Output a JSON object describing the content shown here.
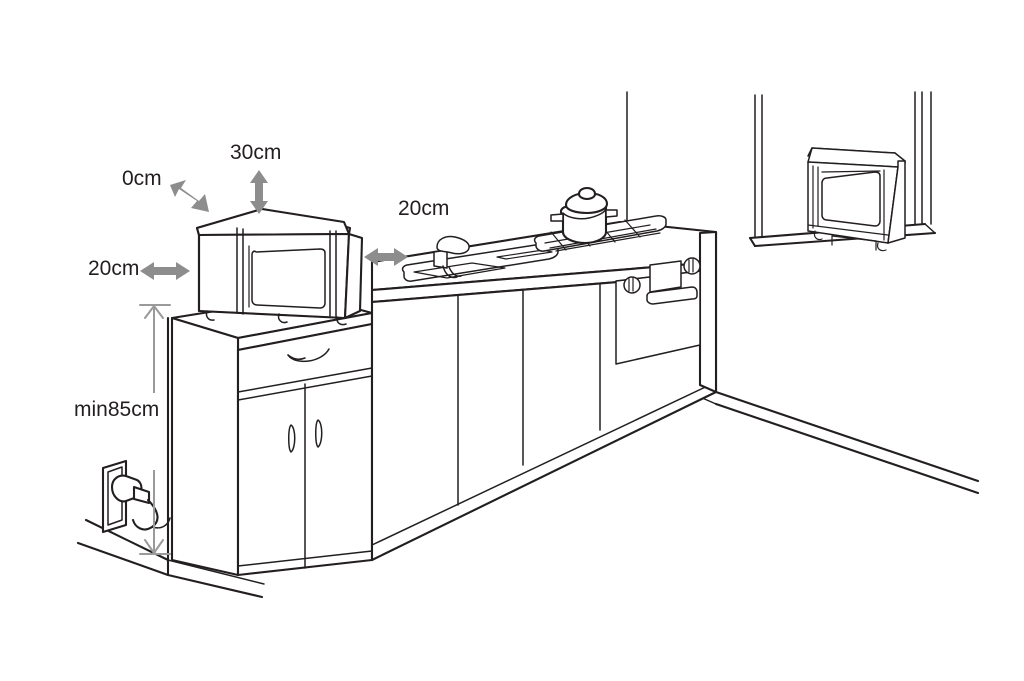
{
  "diagram": {
    "title": "Microwave oven installation clearance diagram",
    "type": "line-drawing",
    "units": "cm",
    "line_color": "#231f20",
    "arrow_color": "#8d8d8d",
    "dimension_line_color": "#9a9a9a",
    "background_color": "#ffffff"
  },
  "labels": {
    "top_clearance": "30cm",
    "rear_clearance": "0cm",
    "left_clearance": "20cm",
    "right_clearance": "20cm",
    "min_height": "min85cm"
  },
  "clearances": [
    {
      "name": "rear",
      "value": "0cm",
      "direction": "diagonal-up-left",
      "applies_to": "back of microwave to wall"
    },
    {
      "name": "top",
      "value": "30cm",
      "direction": "vertical",
      "applies_to": "top of microwave to above"
    },
    {
      "name": "left",
      "value": "20cm",
      "direction": "horizontal",
      "applies_to": "left side of microwave"
    },
    {
      "name": "right",
      "value": "20cm",
      "direction": "horizontal",
      "applies_to": "right side of microwave"
    },
    {
      "name": "height",
      "value": "min85cm",
      "direction": "vertical",
      "applies_to": "floor to microwave support surface"
    }
  ],
  "objects": {
    "microwave_main": "microwave-oven-on-cabinet",
    "microwave_shelf": "microwave-oven-on-shelf",
    "cabinet": "base-cabinet-with-drawer-and-two-doors",
    "counter": "kitchen-countertop-run",
    "sink": "double-bowl-sink-with-faucet",
    "hob": "gas-hob-with-pot",
    "oven": "built-in-oven-with-two-knobs",
    "outlet": "wall-power-outlet-with-plug",
    "walls": "room-walls-and-floor"
  }
}
